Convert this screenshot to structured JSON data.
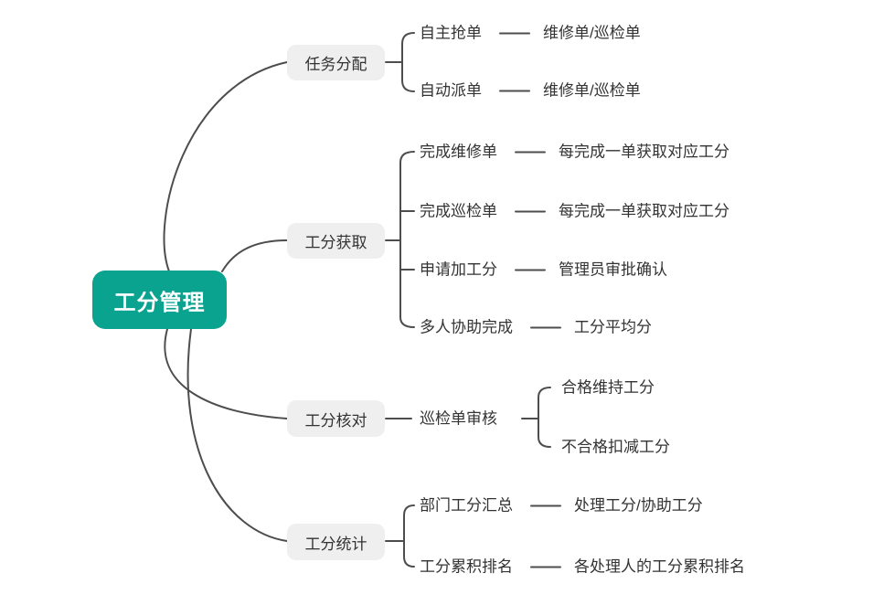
{
  "root": {
    "label": "工分管理"
  },
  "branches": [
    {
      "label": "任务分配",
      "children": [
        {
          "label": "自主抢单",
          "detail": "维修单/巡检单"
        },
        {
          "label": "自动派单",
          "detail": "维修单/巡检单"
        }
      ]
    },
    {
      "label": "工分获取",
      "children": [
        {
          "label": "完成维修单",
          "detail": "每完成一单获取对应工分"
        },
        {
          "label": "完成巡检单",
          "detail": "每完成一单获取对应工分"
        },
        {
          "label": "申请加工分",
          "detail": "管理员审批确认"
        },
        {
          "label": "多人协助完成",
          "detail": "工分平均分"
        }
      ]
    },
    {
      "label": "工分核对",
      "children": [
        {
          "label": "巡检单审核",
          "subchildren": [
            "合格维持工分",
            "不合格扣减工分"
          ]
        }
      ]
    },
    {
      "label": "工分统计",
      "children": [
        {
          "label": "部门工分汇总",
          "detail": "处理工分/协助工分"
        },
        {
          "label": "工分累积排名",
          "detail": "各处理人的工分累积排名"
        }
      ]
    }
  ],
  "colors": {
    "root_bg": "#0AA38F",
    "root_text": "#FFFFFF",
    "branch_bg": "#EFEFEF",
    "line": "#4D4D4D",
    "text": "#333333",
    "canvas": "#FFFFFF"
  }
}
